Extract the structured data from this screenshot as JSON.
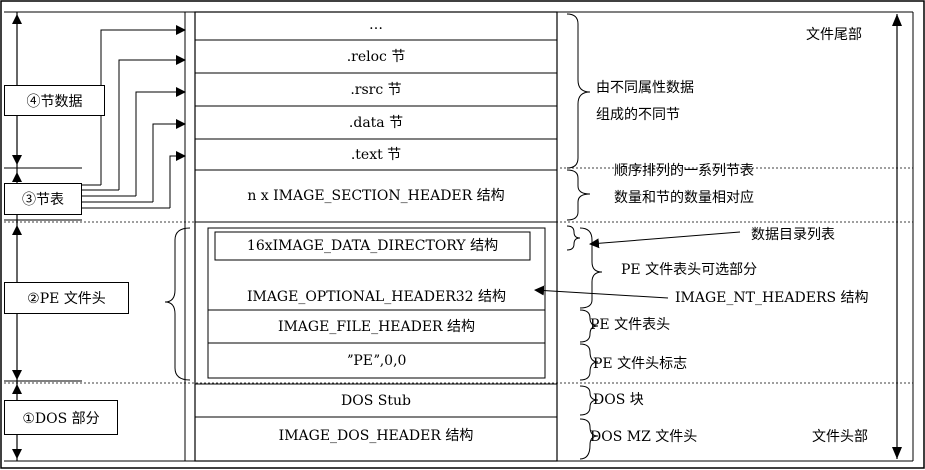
{
  "stack": {
    "rows": [
      {
        "key": "ellipsis",
        "text": "…"
      },
      {
        "key": "reloc",
        "text": ".reloc 节"
      },
      {
        "key": "rsrc",
        "text": ".rsrc 节"
      },
      {
        "key": "data",
        "text": ".data 节"
      },
      {
        "key": "text",
        "text": ".text 节"
      },
      {
        "key": "section_header",
        "text": "n x IMAGE_SECTION_HEADER 结构"
      },
      {
        "key": "data_directory",
        "text": "16xIMAGE_DATA_DIRECTORY 结构"
      },
      {
        "key": "optional_header",
        "text": "IMAGE_OPTIONAL_HEADER32 结构"
      },
      {
        "key": "file_header",
        "text": "IMAGE_FILE_HEADER 结构"
      },
      {
        "key": "pe_signature",
        "text": "ˮPEˮ,0,0"
      },
      {
        "key": "dos_stub",
        "text": "DOS Stub"
      },
      {
        "key": "dos_header",
        "text": "IMAGE_DOS_HEADER 结构"
      }
    ]
  },
  "left_labels": {
    "section_data": "④节数据",
    "section_table": "③节表",
    "pe_header": "②PE 文件头",
    "dos_part": "①DOS 部分"
  },
  "right_notes": {
    "file_end": "文件尾部",
    "sections_line1": "由不同属性数据",
    "sections_line2": "组成的不同节",
    "table_line1": "顺序排列的一系列节表",
    "table_line2": "数量和节的数量相对应",
    "data_dir_list": "数据目录列表",
    "optional_part": "PE 文件表头可选部分",
    "nt_headers": "IMAGE_NT_HEADERS 结构",
    "file_header": "PE 文件表头",
    "pe_flag": "PE 文件头标志",
    "dos_block": "DOS 块",
    "dos_mz": "DOS MZ 文件头",
    "file_head": "文件头部"
  }
}
